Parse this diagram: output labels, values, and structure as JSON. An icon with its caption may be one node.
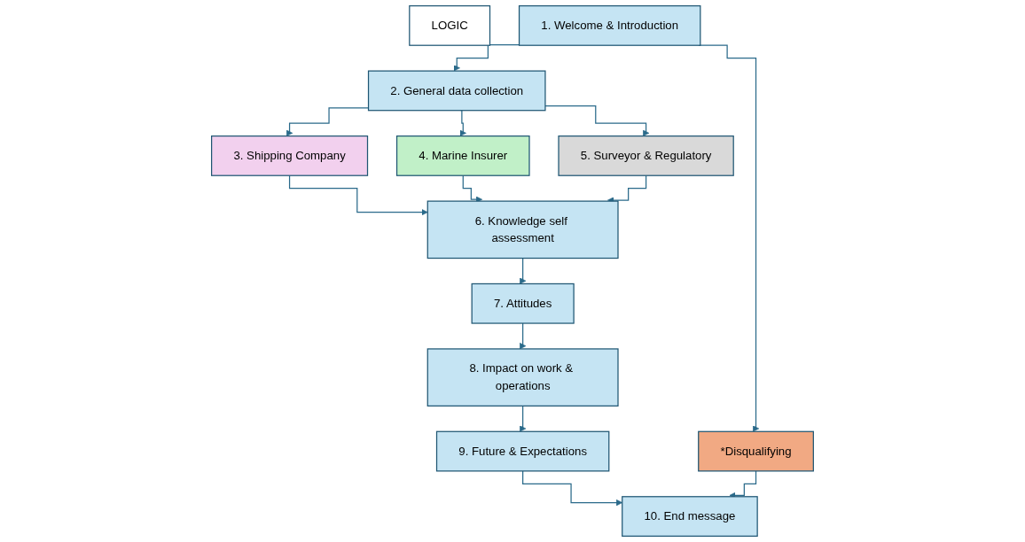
{
  "diagram": {
    "nodes": [
      {
        "text": [
          "LOGIC"
        ]
      },
      {
        "text": [
          "1. Welcome & Introduction"
        ]
      },
      {
        "text": [
          "2. General data collection"
        ]
      },
      {
        "text": [
          "3. Shipping Company"
        ]
      },
      {
        "text": [
          "4. Marine Insurer"
        ]
      },
      {
        "text": [
          "5. Surveyor & Regulatory"
        ]
      },
      {
        "text": [
          "6. Knowledge self assessment"
        ]
      },
      {
        "text": [
          "7. Attitudes"
        ]
      },
      {
        "text": [
          "8. Impact on work & operations"
        ]
      },
      {
        "text": [
          "9. Future & Expectations"
        ]
      },
      {
        "text": [
          "10. End message"
        ]
      },
      {
        "text": [
          "*Disqualifying"
        ]
      }
    ],
    "edges": [
      {
        "from": 1,
        "to": 2,
        "arrow": "to"
      },
      {
        "from": 1,
        "to": 11,
        "arrow": "to"
      },
      {
        "from": 2,
        "to": 3,
        "arrow": "to"
      },
      {
        "from": 2,
        "to": 4,
        "arrow": "to"
      },
      {
        "from": 2,
        "to": 5,
        "arrow": "to"
      },
      {
        "from": 3,
        "to": 6,
        "arrow": "to"
      },
      {
        "from": 4,
        "to": 6,
        "arrow": "to"
      },
      {
        "from": 5,
        "to": 6,
        "arrow": "to"
      },
      {
        "from": 6,
        "to": 7,
        "arrow": "to"
      },
      {
        "from": 7,
        "to": 8,
        "arrow": "to"
      },
      {
        "from": 8,
        "to": 9,
        "arrow": "to"
      },
      {
        "from": 9,
        "to": 10,
        "arrow": "to"
      },
      {
        "from": 11,
        "to": 10,
        "arrow": "to"
      }
    ]
  }
}
